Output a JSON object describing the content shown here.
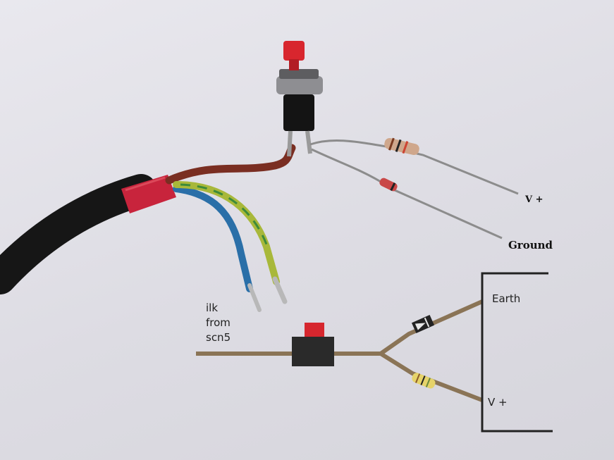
{
  "photo": {
    "label_v_plus": "V +",
    "label_ground": "Ground"
  },
  "diagram": {
    "input_label_line1": "ilk",
    "input_label_line2": "from",
    "input_label_line3": "scn5",
    "label_earth": "Earth",
    "label_v_plus": "V +"
  },
  "colors": {
    "cable": "#1a1a1a",
    "sleeve": "#c8243c",
    "brown_wire": "#7a2e22",
    "blue_wire": "#2a6fa8",
    "yellow_green_wire": "#a8b83a",
    "button_cap": "#d8262e",
    "diagram_wire": "#8a7456"
  }
}
